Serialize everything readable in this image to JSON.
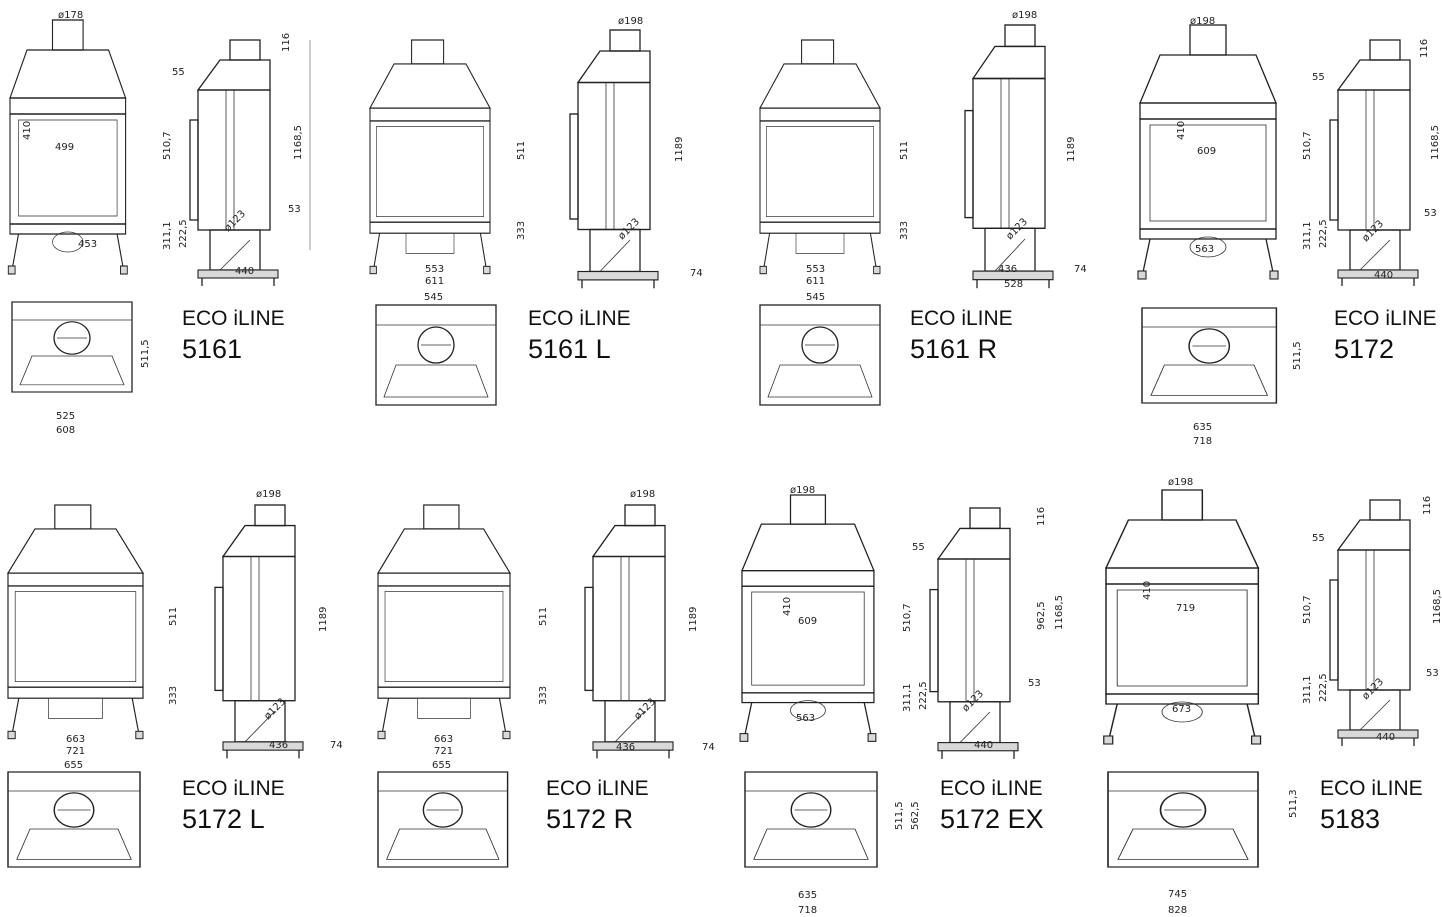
{
  "colors": {
    "line": "#222222",
    "background": "#ffffff"
  },
  "models": [
    {
      "name": "ECO iLINE",
      "code": "5161",
      "front": {
        "w": "499",
        "h": "410",
        "base": "453"
      },
      "side": {
        "flue": "ø178",
        "top": "116",
        "off": "55",
        "glass": "510,7",
        "leg1": "311,1",
        "leg2": "222,5",
        "depth": "440",
        "total": "1168,5",
        "foot": "53",
        "tube": "ø123"
      },
      "plan": {
        "inner": "525",
        "outer": "608",
        "depth": "511,5"
      }
    },
    {
      "name": "ECO iLINE",
      "code": "5161 L",
      "front": {
        "h": "511",
        "leg": "333",
        "inner": "553",
        "outer": "611"
      },
      "side": {
        "flue": "ø198",
        "total": "1189",
        "foot": "74",
        "tube": "ø123"
      },
      "plan": {
        "top": "545"
      }
    },
    {
      "name": "ECO iLINE",
      "code": "5161 R",
      "front": {
        "h": "511",
        "leg": "333",
        "inner": "553",
        "outer": "611"
      },
      "side": {
        "flue": "ø198",
        "total": "1189",
        "foot": "74",
        "tube": "ø123",
        "inner": "436",
        "outer": "528"
      },
      "plan": {
        "top": "545"
      }
    },
    {
      "name": "ECO iLINE",
      "code": "5172",
      "front": {
        "flue": "ø198",
        "w": "609",
        "h": "410",
        "base": "563"
      },
      "side": {
        "top": "116",
        "off": "55",
        "glass": "510,7",
        "total": "1168,5",
        "leg1": "311,1",
        "leg2": "222,5",
        "foot": "53",
        "depth": "440",
        "tube": "ø123"
      },
      "plan": {
        "inner": "635",
        "outer": "718",
        "depth": "511,5"
      }
    },
    {
      "name": "ECO iLINE",
      "code": "5172 L",
      "front": {
        "h": "511",
        "leg": "333",
        "inner": "663",
        "outer": "721"
      },
      "side": {
        "flue": "ø198",
        "total": "1189",
        "foot": "74",
        "depth": "436",
        "tube": "ø123"
      },
      "plan": {
        "top": "655"
      }
    },
    {
      "name": "ECO iLINE",
      "code": "5172 R",
      "front": {
        "h": "511",
        "leg": "333",
        "inner": "663",
        "outer": "721"
      },
      "side": {
        "flue": "ø198",
        "total": "1189",
        "foot": "74",
        "depth": "436",
        "tube": "ø123"
      },
      "plan": {
        "top": "655"
      }
    },
    {
      "name": "ECO iLINE",
      "code": "5172 EX",
      "front": {
        "flue": "ø198",
        "w": "609",
        "h": "410",
        "base": "563"
      },
      "side": {
        "top": "116",
        "off": "55",
        "glass": "510,7",
        "mid": "962,5",
        "total": "1168,5",
        "leg1": "311,1",
        "leg2": "222,5",
        "foot": "53",
        "depth": "440",
        "tube": "ø123"
      },
      "plan": {
        "inner": "635",
        "outer": "718",
        "d1": "511,5",
        "d2": "562,5"
      }
    },
    {
      "name": "ECO iLINE",
      "code": "5183",
      "front": {
        "flue": "ø198",
        "w": "719",
        "h": "410",
        "base": "673"
      },
      "side": {
        "top": "116",
        "off": "55",
        "glass": "510,7",
        "total": "1168,5",
        "leg1": "311,1",
        "leg2": "222,5",
        "foot": "53",
        "depth": "440",
        "tube": "ø123"
      },
      "plan": {
        "inner": "745",
        "outer": "828",
        "depth": "511,3"
      }
    }
  ]
}
